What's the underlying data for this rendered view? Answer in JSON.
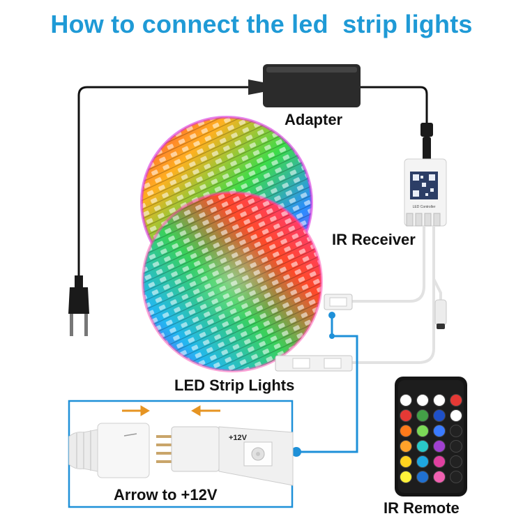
{
  "title": "How to connect the led  strip lights",
  "labels": {
    "adapter": "Adapter",
    "ir_receiver": "IR Receiver",
    "led_strip": "LED Strip Lights",
    "arrow": "Arrow to +12V",
    "ir_remote": "IR Remote",
    "plus12v": "+12V",
    "controller_text": "LED Controller"
  },
  "remote_buttons": [
    {
      "row": 0,
      "col": 0,
      "color": "#ffffff"
    },
    {
      "row": 0,
      "col": 1,
      "color": "#ffffff"
    },
    {
      "row": 0,
      "col": 2,
      "color": "#ffffff"
    },
    {
      "row": 0,
      "col": 3,
      "color": "#e53935"
    },
    {
      "row": 1,
      "col": 0,
      "color": "#e53935"
    },
    {
      "row": 1,
      "col": 1,
      "color": "#43a047"
    },
    {
      "row": 1,
      "col": 2,
      "color": "#1e50c8"
    },
    {
      "row": 1,
      "col": 3,
      "color": "#ffffff"
    },
    {
      "row": 2,
      "col": 0,
      "color": "#ff7a1a"
    },
    {
      "row": 2,
      "col": 1,
      "color": "#7cd957"
    },
    {
      "row": 2,
      "col": 2,
      "color": "#3a7bff"
    },
    {
      "row": 2,
      "col": 3,
      "color": "#222222"
    },
    {
      "row": 3,
      "col": 0,
      "color": "#ffa22a"
    },
    {
      "row": 3,
      "col": 1,
      "color": "#29c7c7"
    },
    {
      "row": 3,
      "col": 2,
      "color": "#a040d0"
    },
    {
      "row": 3,
      "col": 3,
      "color": "#222222"
    },
    {
      "row": 4,
      "col": 0,
      "color": "#ffd21f"
    },
    {
      "row": 4,
      "col": 1,
      "color": "#1ea7e0"
    },
    {
      "row": 4,
      "col": 2,
      "color": "#e040a0"
    },
    {
      "row": 4,
      "col": 3,
      "color": "#222222"
    },
    {
      "row": 5,
      "col": 0,
      "color": "#fff23a"
    },
    {
      "row": 5,
      "col": 1,
      "color": "#2070d0"
    },
    {
      "row": 5,
      "col": 2,
      "color": "#f060b0"
    },
    {
      "row": 5,
      "col": 3,
      "color": "#222222"
    }
  ],
  "colors": {
    "title": "#1f9ad6",
    "connector_line": "#1e90d8",
    "cable": "#111111"
  }
}
